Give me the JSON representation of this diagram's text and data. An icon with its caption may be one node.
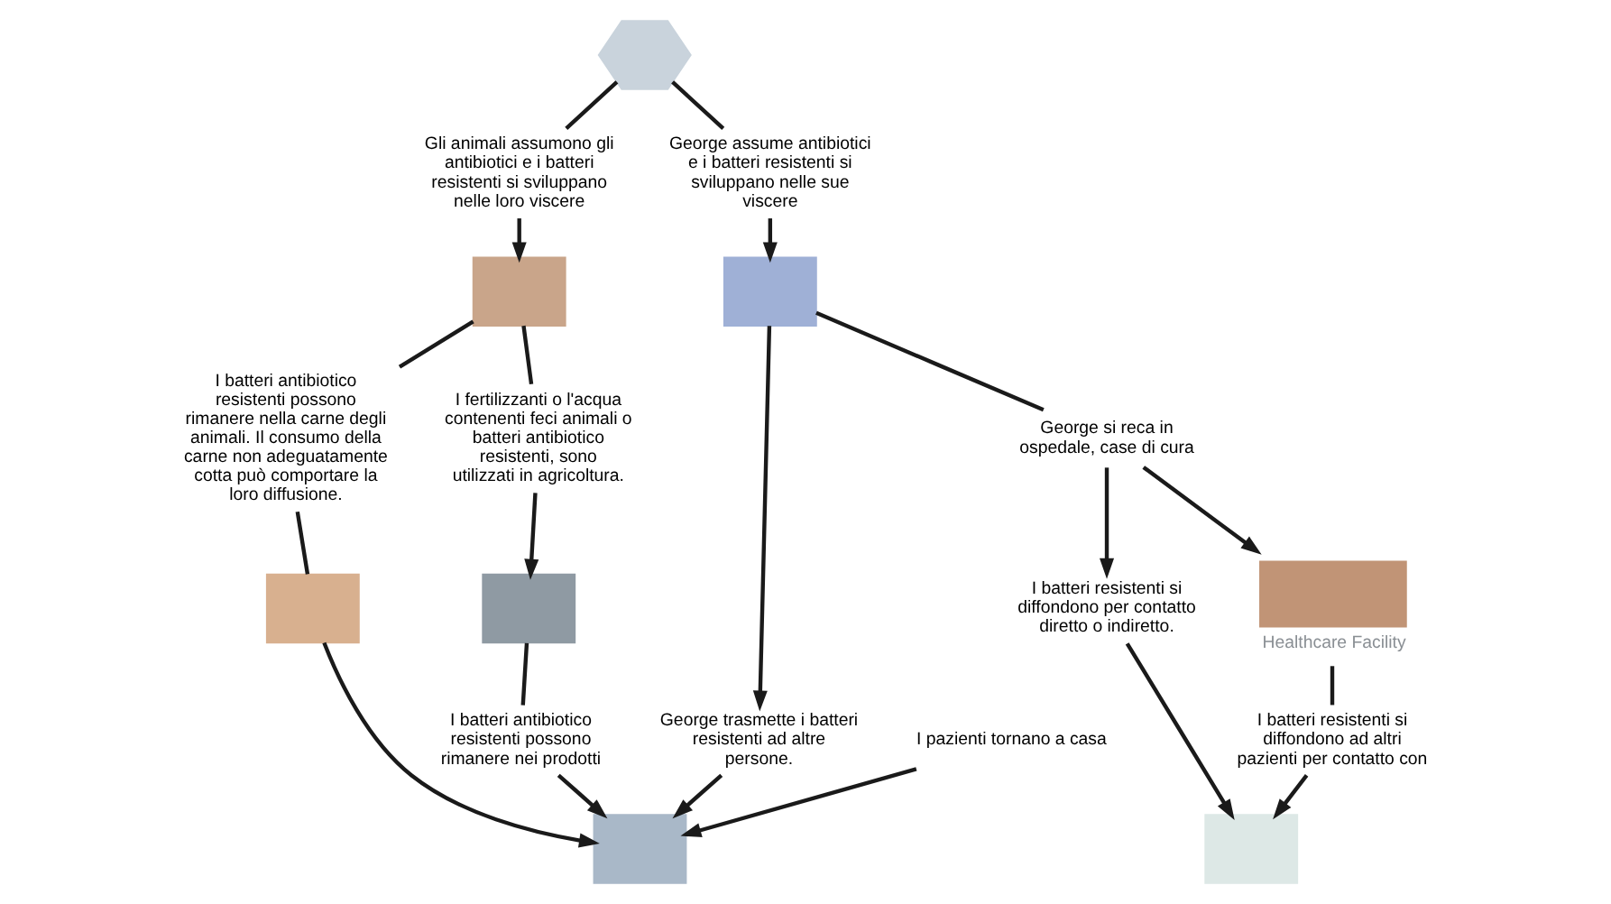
{
  "diagram": {
    "nodes": [
      {
        "text": [],
        "shape": "hexagon"
      },
      {
        "text": [
          "Gli animali assumono gli antibiotici e i batteri resistenti si sviluppano nelle loro viscere"
        ]
      },
      {
        "text": [],
        "shape": "box"
      },
      {
        "text": [
          "George assume antibiotici e i batteri resistenti si sviluppano nelle sue viscere"
        ]
      },
      {
        "text": [],
        "shape": "box"
      },
      {
        "text": [
          "I batteri antibiotico resistenti possono rimanere nella carne degli animali. Il consumo della carne non adeguatamente cotta può comportare la loro diffusione."
        ]
      },
      {
        "text": [],
        "shape": "box"
      },
      {
        "text": [],
        "shape": "box"
      },
      {
        "text": [
          "George trasmette i batteri resistenti ad altre persone."
        ]
      },
      {
        "text": [
          "George si reca in ospedale, case di cura"
        ]
      },
      {
        "text": [
          "I batteri resistenti si diffondono per contatto diretto o indiretto."
        ]
      },
      {
        "text": [],
        "shape": "box",
        "beside": [
          "Healthcare Facility"
        ]
      },
      {
        "text": [],
        "shape": "box"
      },
      {
        "text": [
          "I batteri resistenti si diffondono ad altri pazienti per contatto con"
        ]
      },
      {
        "text": [
          "I pazienti tornano a casa"
        ]
      },
      {
        "text": [
          "I fertilizzanti o l'acqua contenenti feci animali o batteri antibiotico resistenti, sono utilizzati in agricoltura."
        ]
      },
      {
        "text": [],
        "shape": "box"
      },
      {
        "text": [
          "I batteri antibiotico resistenti possono rimanere nei prodotti"
        ]
      }
    ],
    "edges": [
      {
        "from": 0,
        "to": 1,
        "arrow": "none"
      },
      {
        "from": 1,
        "to": 2,
        "arrow": "to"
      },
      {
        "from": 0,
        "to": 3,
        "arrow": "none"
      },
      {
        "from": 3,
        "to": 4,
        "arrow": "to"
      },
      {
        "from": 2,
        "to": 5,
        "arrow": "none"
      },
      {
        "from": 5,
        "to": 6,
        "arrow": "none"
      },
      {
        "from": 6,
        "to": 7,
        "arrow": "to"
      },
      {
        "from": 4,
        "to": 8,
        "arrow": "to"
      },
      {
        "from": 8,
        "to": 7,
        "arrow": "to"
      },
      {
        "from": 4,
        "to": 9,
        "arrow": "none"
      },
      {
        "from": 9,
        "to": 10,
        "arrow": "to"
      },
      {
        "from": 9,
        "to": 11,
        "arrow": "to"
      },
      {
        "from": 10,
        "to": 12,
        "arrow": "to"
      },
      {
        "from": 11,
        "to": 13,
        "arrow": "none"
      },
      {
        "from": 13,
        "to": 12,
        "arrow": "to"
      },
      {
        "from": 14,
        "to": 7,
        "arrow": "to"
      },
      {
        "from": 2,
        "to": 15,
        "arrow": "none"
      },
      {
        "from": 15,
        "to": 16,
        "arrow": "to"
      },
      {
        "from": 16,
        "to": 17,
        "arrow": "none"
      },
      {
        "from": 17,
        "to": 7,
        "arrow": "to"
      }
    ]
  }
}
